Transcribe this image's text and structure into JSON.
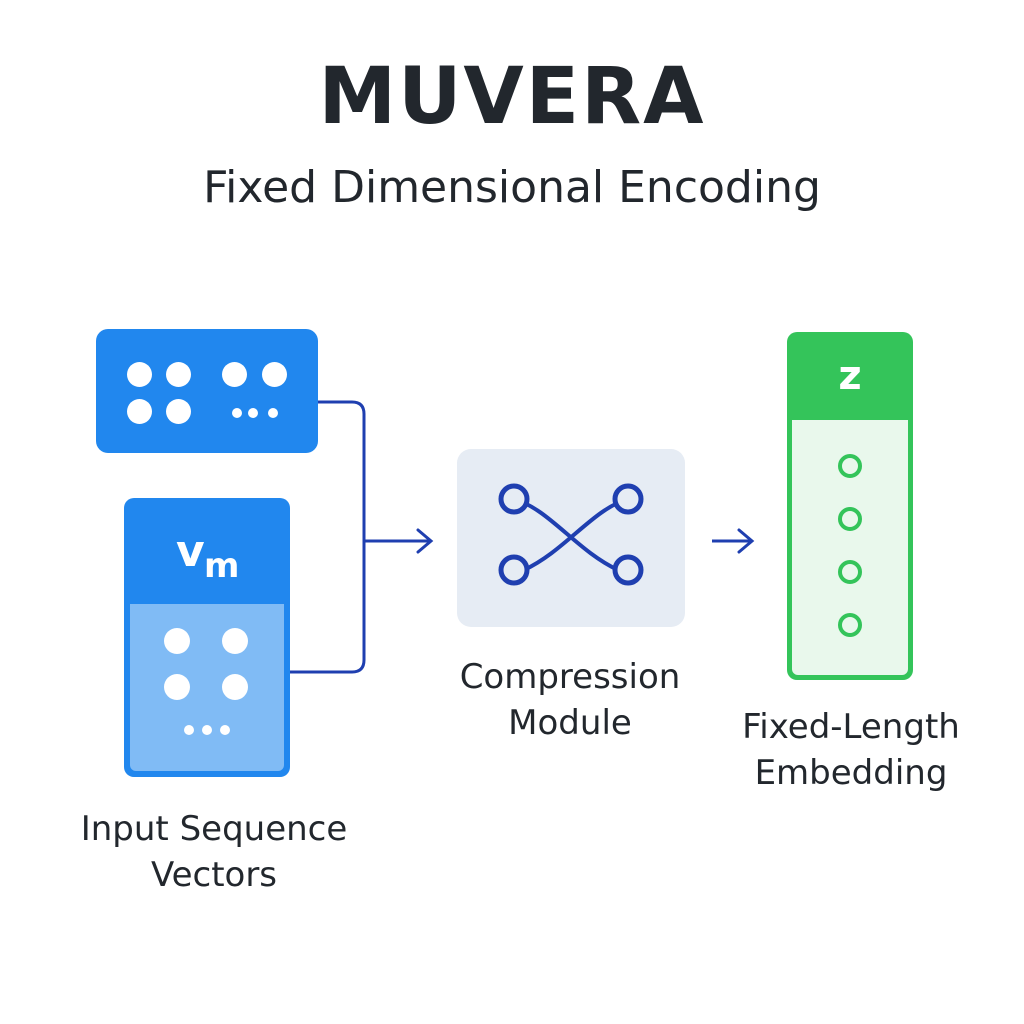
{
  "title": "MUVERA",
  "subtitle": "Fixed Dimensional Encoding",
  "input": {
    "vector_symbol": "v",
    "vector_subscript": "m",
    "caption_line1": "Input Sequence",
    "caption_line2": "Vectors"
  },
  "module": {
    "caption_line1": "Compression",
    "caption_line2": "Module"
  },
  "output": {
    "vector_symbol": "z",
    "caption_line1": "Fixed-Length",
    "caption_line2": "Embedding"
  },
  "colors": {
    "input_blue": "#2187ee",
    "input_light_blue": "#80bbf5",
    "connector_navy": "#1f3fb0",
    "module_bg": "#e6ecf4",
    "output_green": "#34c45a",
    "output_bg": "#e9f8ec"
  }
}
